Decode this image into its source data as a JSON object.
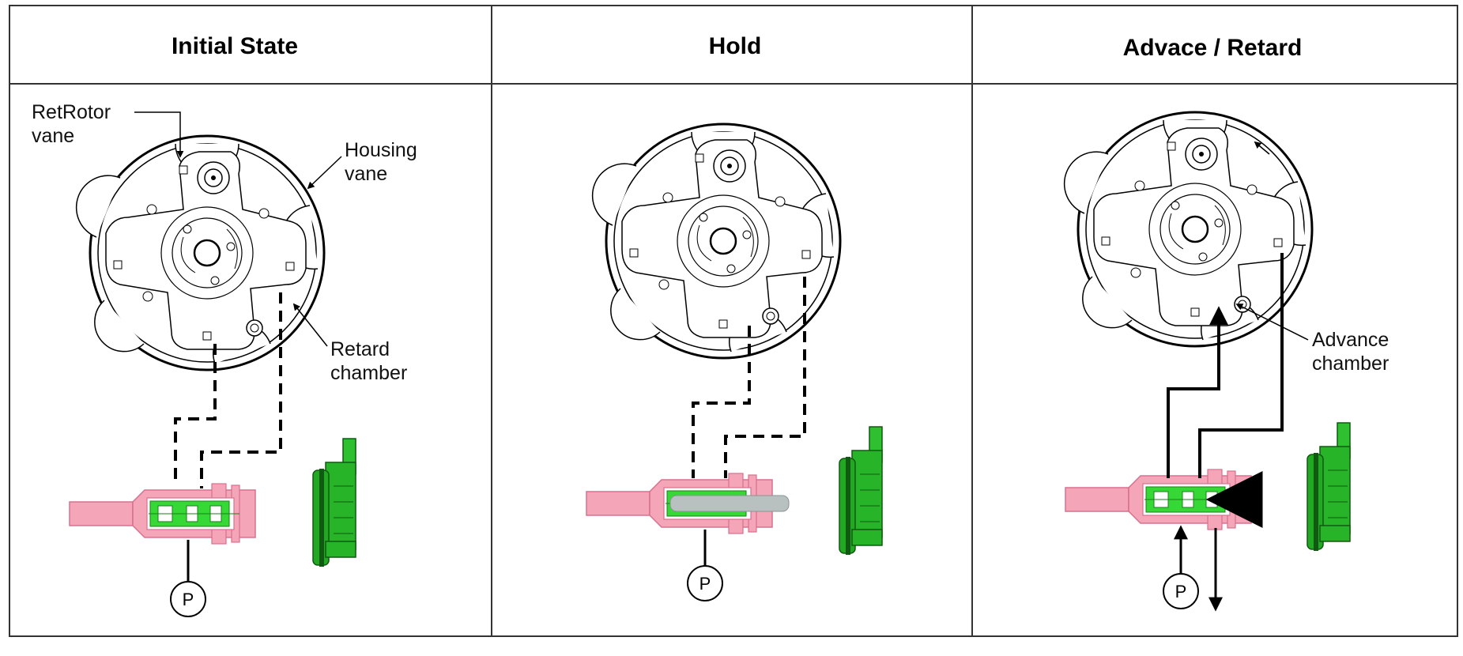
{
  "panels": [
    {
      "title": "Initial State",
      "labels": [
        "RetRotor",
        "vane",
        "Housing",
        "vane",
        "Retard",
        "chamber"
      ],
      "port": "P"
    },
    {
      "title": "Hold",
      "port": "P"
    },
    {
      "title": "Advace / Retard",
      "labels": [
        "Advance",
        "chamber"
      ],
      "port": "P"
    }
  ],
  "colors": {
    "solenoid": "#f08fa8",
    "solenoid_dark": "#d05a7a",
    "spool": "#33dd33",
    "coil": "#1e9e1e",
    "coil_dark": "#0f5a10",
    "line": "#000000",
    "hold_spool": "#b8c0c0"
  }
}
